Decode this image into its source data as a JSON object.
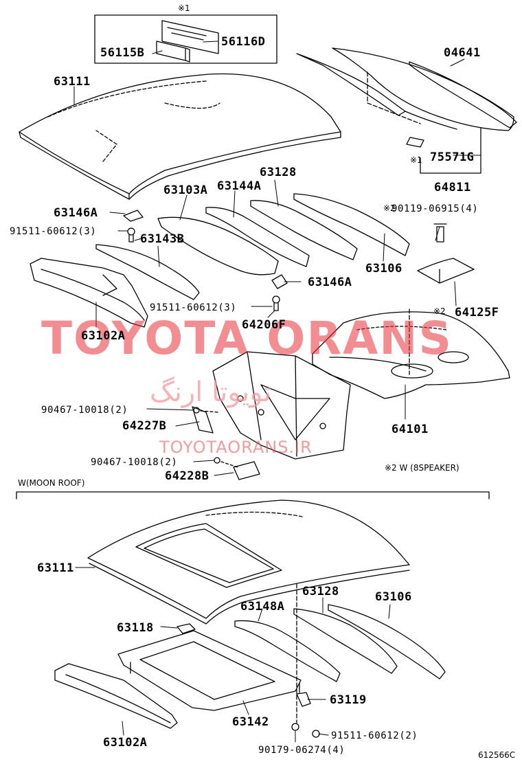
{
  "watermark": {
    "main": "TOYOTA ORANS",
    "arabic": "تویوتا ارنگ",
    "sub": "TOYOTAORANS.IR"
  },
  "notes": {
    "mark1_top": "※1",
    "mark1_side": "※1",
    "mark2_bolt": "※2",
    "mark2_pad": "※2",
    "speaker": "※2 W (8SPEAKER)",
    "moon_roof": "W(MOON ROOF)",
    "figure_id": "612566C"
  },
  "labels": {
    "p56115B": "56115B",
    "p56116D": "56116D",
    "p04641": "04641",
    "p63111_top": "63111",
    "p75571G": "75571G",
    "p64811": "64811",
    "p63128_top": "63128",
    "p63103A": "63103A",
    "p63144A": "63144A",
    "p90119": "90119-06915(4)",
    "p63146A_l": "63146A",
    "p91511_a": "91511-60612(3)",
    "p63143B": "63143B",
    "p63106_top": "63106",
    "p63146A_r": "63146A",
    "p64125F": "64125F",
    "p91511_b": "91511-60612(3)",
    "p63102A_top": "63102A",
    "p64206F": "64206F",
    "p90467_a": "90467-10018(2)",
    "p64227B": "64227B",
    "p64101": "64101",
    "p90467_b": "90467-10018(2)",
    "p64228B": "64228B",
    "p63111_bot": "63111",
    "p63128_bot": "63128",
    "p63106_bot": "63106",
    "p63148A": "63148A",
    "p63118": "63118",
    "p63119": "63119",
    "p63142": "63142",
    "p91511_c": "91511-60612(2)",
    "p63102A_bot": "63102A",
    "p90179": "90179-06274(4)"
  }
}
